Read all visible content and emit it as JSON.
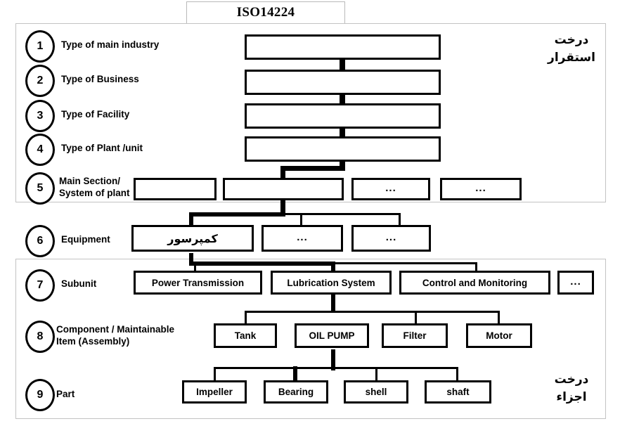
{
  "title": {
    "text": "ISO14224"
  },
  "side_notes": {
    "top": "درخت\nاستقرار",
    "bottom": "درخت\nاجزاء"
  },
  "levels": [
    {
      "number": "1",
      "label": "Type of main industry"
    },
    {
      "number": "2",
      "label": "Type of  Business"
    },
    {
      "number": "3",
      "label": "Type of  Facility"
    },
    {
      "number": "4",
      "label": "Type of  Plant /unit"
    },
    {
      "number": "5",
      "label": "Main Section/\nSystem of plant"
    },
    {
      "number": "6",
      "label": "Equipment"
    },
    {
      "number": "7",
      "label": "Subunit"
    },
    {
      "number": "8",
      "label": "Component / Maintainable\nItem (Assembly)"
    },
    {
      "number": "9",
      "label": "Part"
    }
  ],
  "nodes": {
    "level1": [
      {
        "text": ""
      }
    ],
    "level2": [
      {
        "text": ""
      }
    ],
    "level3": [
      {
        "text": ""
      }
    ],
    "level4": [
      {
        "text": ""
      }
    ],
    "level5": [
      {
        "text": ""
      },
      {
        "text": ""
      },
      {
        "text": "..."
      },
      {
        "text": "..."
      }
    ],
    "level6": [
      {
        "text": "کمپرسور"
      },
      {
        "text": "..."
      },
      {
        "text": "..."
      }
    ],
    "level7": [
      {
        "text": "Power Transmission"
      },
      {
        "text": "Lubrication System"
      },
      {
        "text": "Control and Monitoring"
      },
      {
        "text": "..."
      }
    ],
    "level8": [
      {
        "text": "Tank"
      },
      {
        "text": "OIL PUMP"
      },
      {
        "text": "Filter"
      },
      {
        "text": "Motor"
      }
    ],
    "level9": [
      {
        "text": "Impeller"
      },
      {
        "text": "Bearing"
      },
      {
        "text": "shell"
      },
      {
        "text": "shaft"
      }
    ]
  },
  "colors": {
    "stroke": "#000000",
    "frame": "#c3c3c3",
    "background": "#ffffff"
  }
}
